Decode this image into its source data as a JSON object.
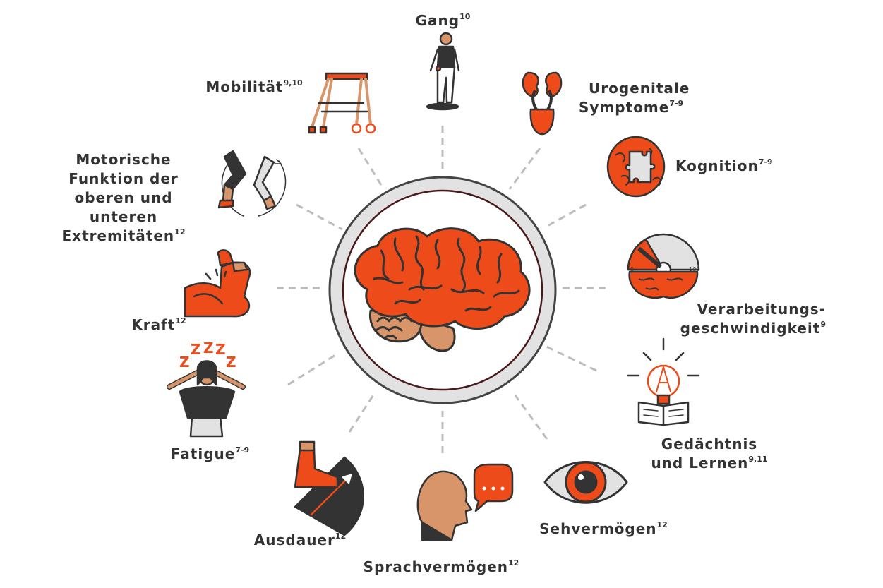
{
  "colors": {
    "accent": "#ee4b1b",
    "dark": "#333333",
    "skin": "#d8956a",
    "ring": "#e2e2e2",
    "connector": "#bdbdbd"
  },
  "center": {
    "icon": "brain-icon"
  },
  "items": {
    "gang": {
      "lines": [
        "Gang"
      ],
      "sup": "10",
      "icon": "walking-person-icon"
    },
    "uro": {
      "lines": [
        "Urogenitale",
        "Symptome"
      ],
      "sup": "7-9",
      "icon": "kidney-bladder-icon"
    },
    "kognition": {
      "lines": [
        "Kognition"
      ],
      "sup": "7-9",
      "icon": "puzzle-brain-icon"
    },
    "verarb": {
      "lines": [
        "Verarbeitungs-",
        "geschwindigkeit"
      ],
      "sup": "9",
      "icon": "brain-speedometer-icon",
      "gauge_min": "0",
      "gauge_max": "100"
    },
    "gedaechtnis": {
      "lines": [
        "Gedächtnis",
        "und Lernen"
      ],
      "sup": "9,11",
      "icon": "lightbulb-book-icon"
    },
    "sehen": {
      "lines": [
        "Sehvermögen"
      ],
      "sup": "12",
      "icon": "eye-icon"
    },
    "sprache": {
      "lines": [
        "Sprachvermögen"
      ],
      "sup": "12",
      "icon": "speaking-head-icon"
    },
    "ausdauer": {
      "lines": [
        "Ausdauer"
      ],
      "sup": "12",
      "icon": "boot-incline-icon"
    },
    "fatigue": {
      "lines": [
        "Fatigue"
      ],
      "sup": "7-9",
      "icon": "tired-woman-icon"
    },
    "kraft": {
      "lines": [
        "Kraft"
      ],
      "sup": "12",
      "icon": "flexed-arm-icon"
    },
    "motorik": {
      "lines": [
        "Motorische",
        "Funktion der",
        "oberen und",
        "unteren",
        "Extremitäten"
      ],
      "sup": "12",
      "icon": "limbs-rotation-icon"
    },
    "mobil": {
      "lines": [
        "Mobilität"
      ],
      "sup": "9,10",
      "icon": "walker-frame-icon"
    }
  }
}
